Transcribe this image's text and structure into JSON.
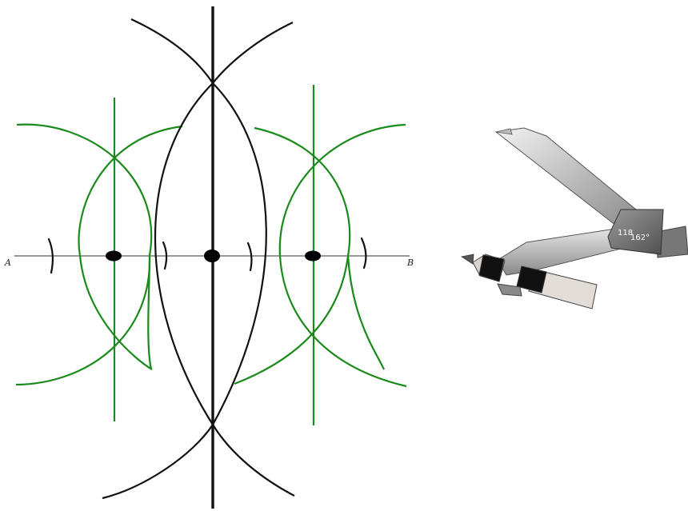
{
  "diagram": {
    "point_a": "A",
    "point_b": "B",
    "colors": {
      "background": "#ffffff",
      "segment": "#333333",
      "main_construction": "#111111",
      "secondary_construction": "#1a8a1a",
      "points": "#000000"
    }
  },
  "compass": {
    "dial_angle_main": "118",
    "dial_angle_sub": "162°",
    "colors": {
      "leg_dark": "#8a8a8a",
      "leg_light": "#dcdcdc",
      "hinge": "#707070",
      "grip": "#111111",
      "pencil": "#e2ddd6"
    }
  }
}
